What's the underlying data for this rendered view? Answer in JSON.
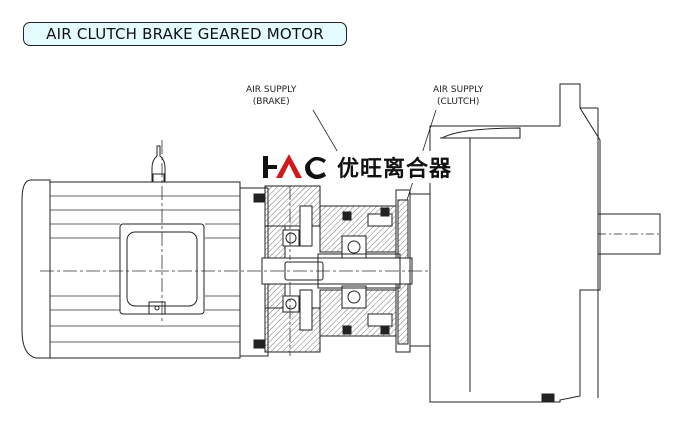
{
  "title": "AIR CLUTCH BRAKE GEARED MOTOR",
  "labels": {
    "air_supply_brake_line1": "AIR SUPPLY",
    "air_supply_brake_line2": "(BRAKE)",
    "air_supply_clutch_line1": "AIR SUPPLY",
    "air_supply_clutch_line2": "(CLUTCH)"
  },
  "logo": {
    "text": "HAC",
    "brand_cn": "优旺离合器",
    "colors": {
      "dark": "#111111",
      "accent": "#d11a1a"
    }
  },
  "colors": {
    "title_bg": "#e4fbff",
    "line": "#222222",
    "hatch": "#555555"
  }
}
